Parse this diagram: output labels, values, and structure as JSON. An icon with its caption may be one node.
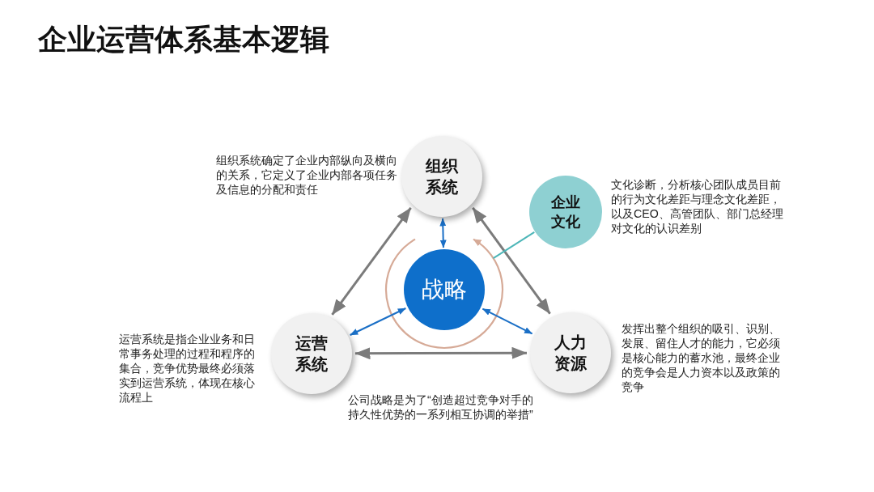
{
  "diagram": {
    "title": "企业运营体系基本逻辑",
    "nodes": [
      {
        "text": [
          "组织系统"
        ],
        "beside": [
          "组织系统确定了企业内部纵向及横向的关系，它定义了企业内部各项任务及信息的分配和责任"
        ]
      },
      {
        "text": [
          "企业文化"
        ],
        "beside": [
          "文化诊断，分析核心团队成员目前的行为文化差距与理念文化差距，以及CEO、高管团队、部门总经理对文化的认识差别"
        ]
      },
      {
        "text": [
          "战略"
        ]
      },
      {
        "text": [
          "运营系统"
        ],
        "beside": [
          "运营系统是指企业业务和日常事务处理的过程和程序的集合，竞争优势最终必须落实到运营系统，体现在核心流程上"
        ]
      },
      {
        "text": [
          "人力资源"
        ],
        "beside": [
          "发挥出整个组织的吸引、识别、发展、留住人才的能力，它必须是核心能力的蓄水池，最终企业的竞争会是人力资本以及政策的竞争"
        ]
      }
    ],
    "edges": [
      {
        "from": 3,
        "to": 0,
        "arrow": "both"
      },
      {
        "from": 0,
        "to": 4,
        "arrow": "both"
      },
      {
        "from": 3,
        "to": 4,
        "arrow": "both"
      },
      {
        "from": 2,
        "to": 0,
        "arrow": "both",
        "color": "#1a6fc6"
      },
      {
        "from": 2,
        "to": 3,
        "arrow": "both",
        "color": "#1a6fc6"
      },
      {
        "from": 2,
        "to": 4,
        "arrow": "both",
        "color": "#1a6fc6"
      },
      {
        "from": 1,
        "to": 2,
        "arrow": "none",
        "color": "#4db6b8"
      }
    ],
    "labels": [
      "公司战略是为了“创造超过竞争对手的持久性优势的一系列相互协调的举措”"
    ]
  }
}
